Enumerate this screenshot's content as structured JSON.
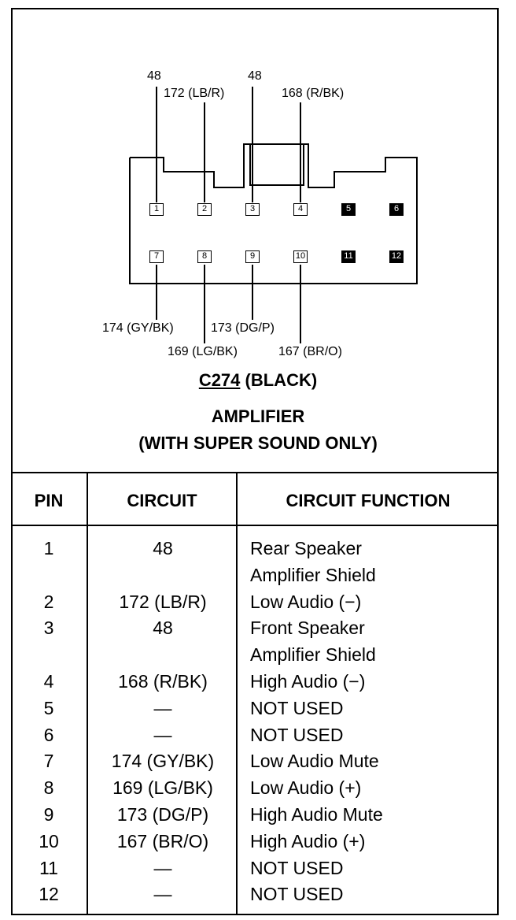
{
  "connector": {
    "id": "C274",
    "color_label": "(BLACK)",
    "component": "AMPLIFIER",
    "note": "(WITH SUPER SOUND ONLY)"
  },
  "wire_labels": {
    "pin1": "48",
    "pin2": "172 (LB/R)",
    "pin3": "48",
    "pin4": "168 (R/BK)",
    "pin7": "174 (GY/BK)",
    "pin8": "169 (LG/BK)",
    "pin9": "173 (DG/P)",
    "pin10": "167 (BR/O)"
  },
  "pin_numbers": [
    "1",
    "2",
    "3",
    "4",
    "5",
    "6",
    "7",
    "8",
    "9",
    "10",
    "11",
    "12"
  ],
  "table": {
    "headers": [
      "PIN",
      "CIRCUIT",
      "CIRCUIT FUNCTION"
    ],
    "rows": [
      {
        "pin": "1",
        "circuit": "48",
        "function": [
          "Rear Speaker",
          "Amplifier Shield"
        ]
      },
      {
        "pin": "2",
        "circuit": "172 (LB/R)",
        "function": [
          "Low Audio (−)"
        ]
      },
      {
        "pin": "3",
        "circuit": "48",
        "function": [
          "Front Speaker",
          "Amplifier Shield"
        ]
      },
      {
        "pin": "4",
        "circuit": "168 (R/BK)",
        "function": [
          "High Audio (−)"
        ]
      },
      {
        "pin": "5",
        "circuit": "—",
        "function": [
          "NOT USED"
        ]
      },
      {
        "pin": "6",
        "circuit": "—",
        "function": [
          "NOT USED"
        ]
      },
      {
        "pin": "7",
        "circuit": "174 (GY/BK)",
        "function": [
          "Low Audio Mute"
        ]
      },
      {
        "pin": "8",
        "circuit": "169 (LG/BK)",
        "function": [
          "Low Audio (+)"
        ]
      },
      {
        "pin": "9",
        "circuit": "173 (DG/P)",
        "function": [
          "High Audio Mute"
        ]
      },
      {
        "pin": "10",
        "circuit": "167 (BR/O)",
        "function": [
          "High Audio (+)"
        ]
      },
      {
        "pin": "11",
        "circuit": "—",
        "function": [
          "NOT USED"
        ]
      },
      {
        "pin": "12",
        "circuit": "—",
        "function": [
          "NOT USED"
        ]
      }
    ]
  }
}
